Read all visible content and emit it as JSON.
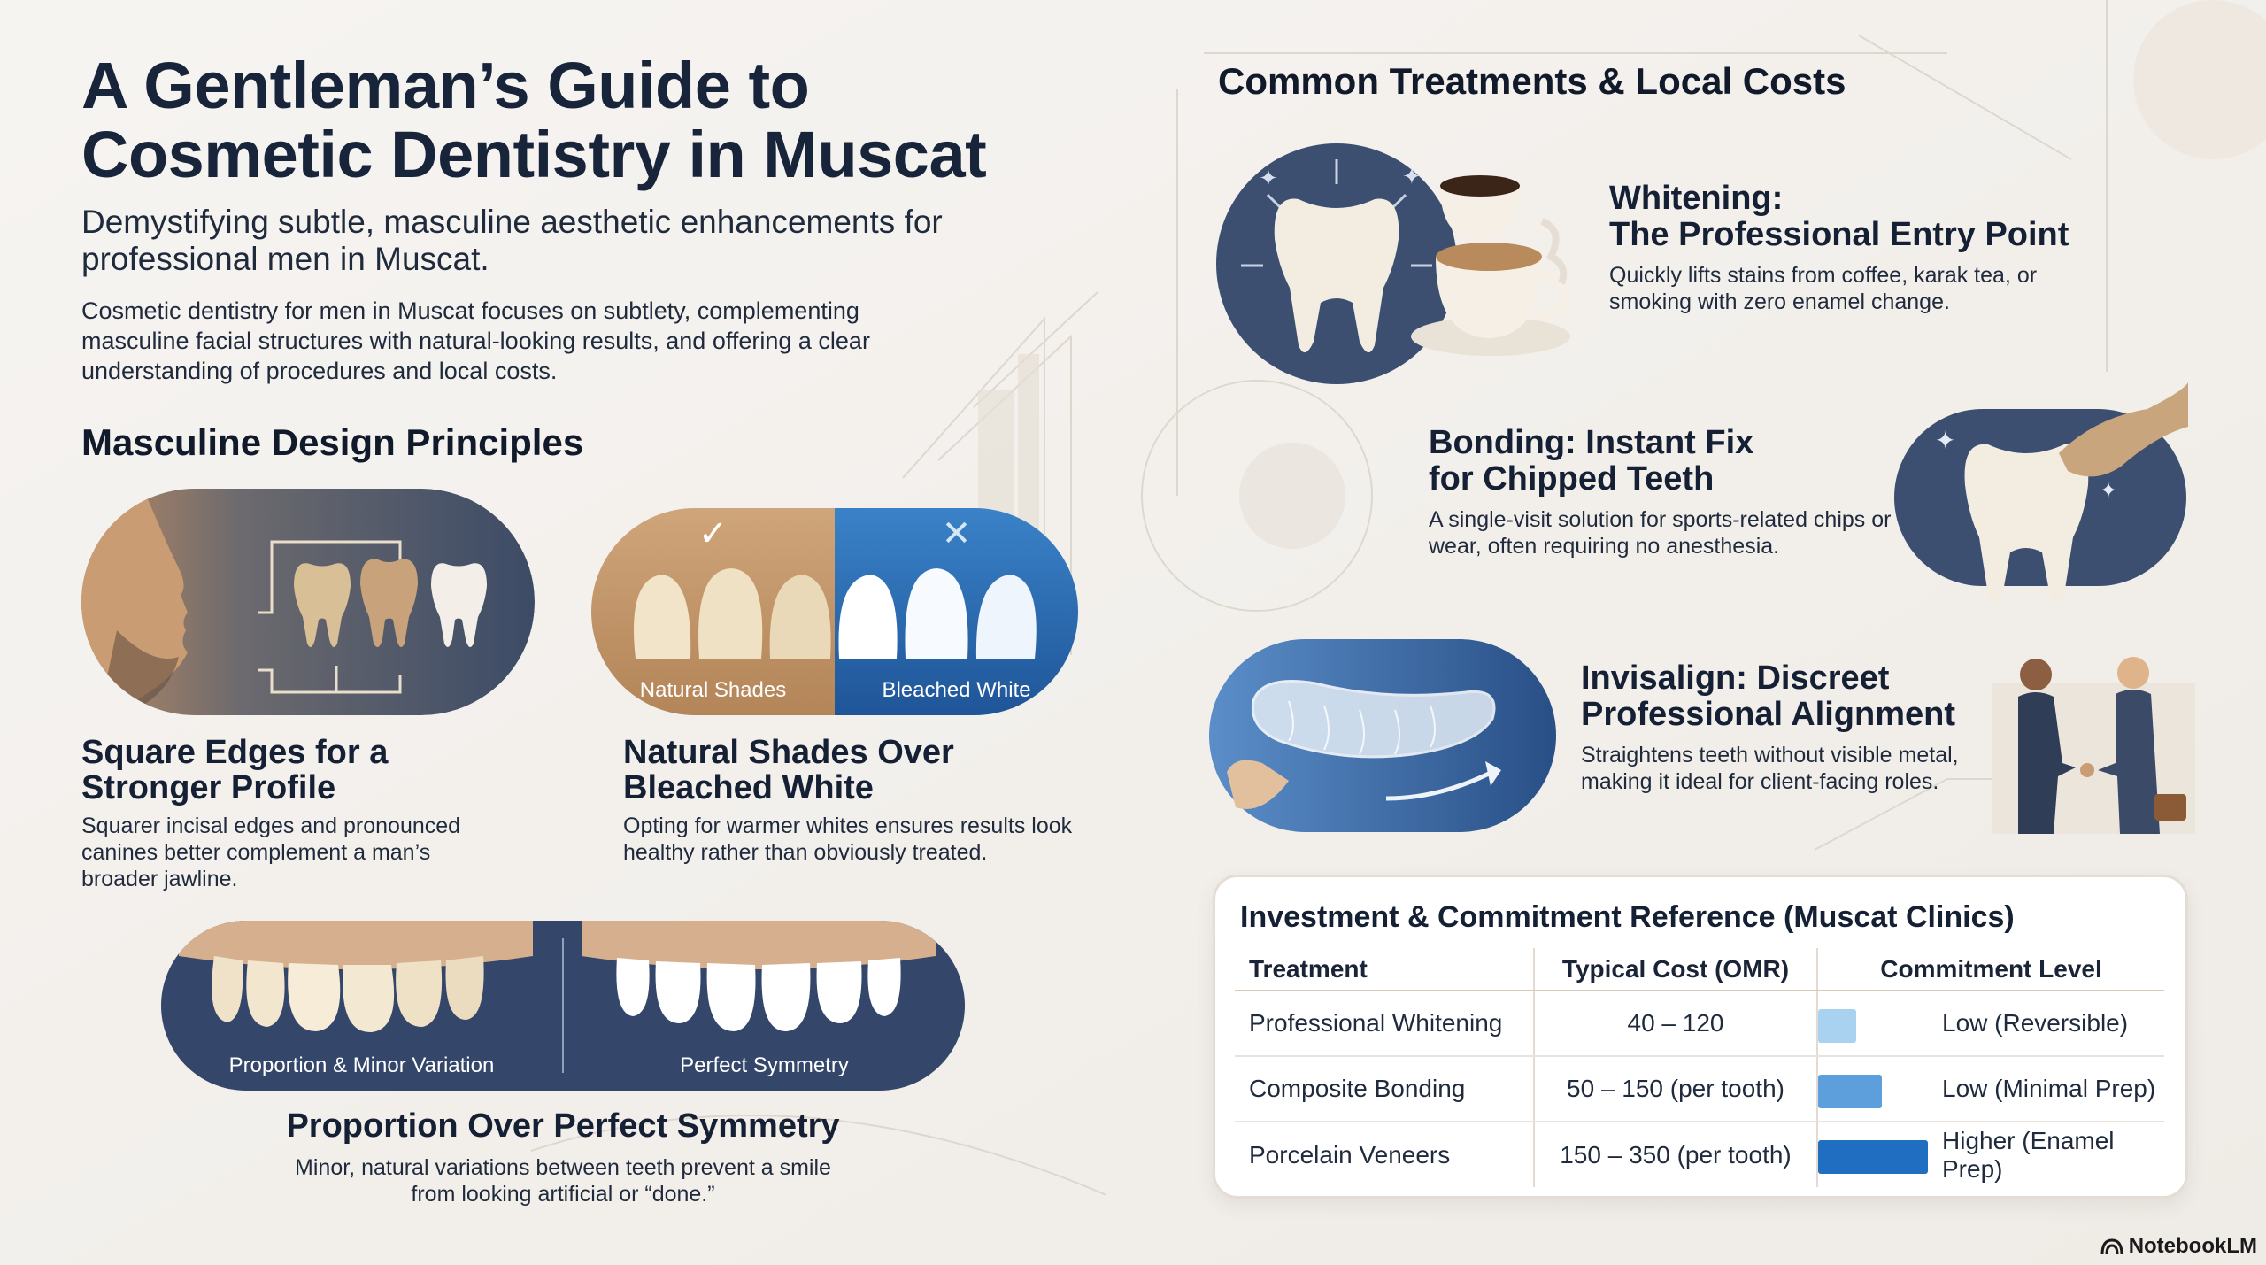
{
  "header": {
    "title_line1": "A Gentleman’s Guide to",
    "title_line2": "Cosmetic Dentistry in Muscat",
    "subtitle": "Demystifying subtle, masculine aesthetic enhancements for professional men in Muscat.",
    "intro": "Cosmetic dentistry for men in Muscat focuses on subtlety, complementing masculine facial structures with natural-looking results, and offering a clear understanding of procedures and local costs."
  },
  "principles": {
    "heading": "Masculine Design Principles",
    "square_edges": {
      "title_line1": "Square Edges for a",
      "title_line2": "Stronger Profile",
      "text": "Squarer incisal edges and pronounced canines better complement a man’s broader jawline."
    },
    "natural_shades": {
      "caption_left": "Natural Shades",
      "caption_right": "Bleached White",
      "title_line1": "Natural Shades Over",
      "title_line2": "Bleached White",
      "text": "Opting for warmer whites ensures results look healthy rather than obviously treated."
    },
    "proportion": {
      "caption_left": "Proportion & Minor Variation",
      "caption_right": "Perfect Symmetry",
      "title": "Proportion Over Perfect Symmetry",
      "text": "Minor, natural variations between teeth prevent a smile from looking artificial or “done.”"
    }
  },
  "treatments": {
    "heading": "Common Treatments & Local Costs",
    "whitening": {
      "title_line1": "Whitening:",
      "title_line2": "The Professional Entry Point",
      "text": "Quickly lifts stains from coffee, karak tea, or smoking with zero enamel change."
    },
    "bonding": {
      "title_line1": "Bonding: Instant Fix",
      "title_line2": "for Chipped Teeth",
      "text": "A single-visit solution for sports-related chips or wear, often requiring no anesthesia."
    },
    "invisalign": {
      "title_line1": "Invisalign: Discreet",
      "title_line2": "Professional Alignment",
      "text": "Straightens teeth without visible metal, making it ideal for client-facing roles."
    }
  },
  "cost_table": {
    "title": "Investment & Commitment Reference (Muscat Clinics)",
    "headers": [
      "Treatment",
      "Typical Cost (OMR)",
      "Commitment Level"
    ],
    "rows": [
      {
        "treatment": "Professional Whitening",
        "cost": "40 – 120",
        "commitment": "Low (Reversible)",
        "level": 0.35,
        "color": "#a9d1f0"
      },
      {
        "treatment": "Composite Bonding",
        "cost": "50 – 150 (per tooth)",
        "commitment": "Low (Minimal Prep)",
        "level": 0.58,
        "color": "#5c9fdc"
      },
      {
        "treatment": "Porcelain Veneers",
        "cost": "150 – 350 (per tooth)",
        "commitment": "Higher (Enamel Prep)",
        "level": 1.0,
        "color": "#1f6ec2"
      }
    ]
  },
  "brand": {
    "name": "NotebookLM"
  },
  "colors": {
    "navy": "#2f4160",
    "tan": "#c9a57e",
    "blue": "#2e6fb8"
  }
}
